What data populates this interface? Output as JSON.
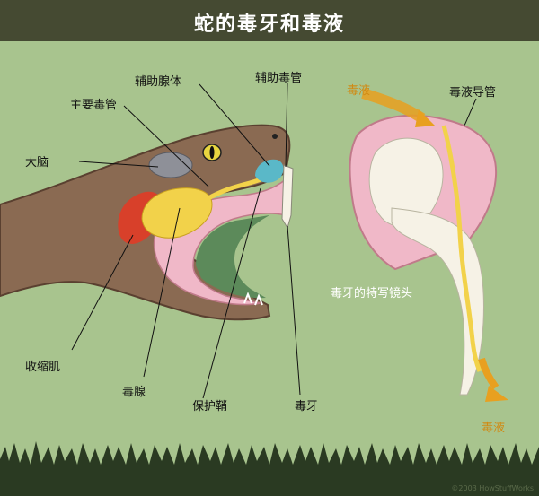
{
  "title": "蛇的毒牙和毒液",
  "labels": {
    "accessory_gland": "辅助腺体",
    "accessory_duct": "辅助毒管",
    "main_duct": "主要毒管",
    "brain": "大脑",
    "contractor_muscle": "收缩肌",
    "venom_gland": "毒腺",
    "sheath": "保护鞘",
    "fang": "毒牙",
    "venom_in": "毒液",
    "venom_duct": "毒液导管",
    "closeup": "毒牙的特写镜头",
    "venom_out": "毒液"
  },
  "copyright": "©2003 HowStuffWorks",
  "colors": {
    "background": "#a8c48e",
    "title_bar": "#454a32",
    "snake_skin": "#8a6a52",
    "venom_gland": "#f2d24a",
    "muscle": "#d8402a",
    "sheath": "#f0b8c8",
    "venom_arrow": "#e8a020",
    "grass": "#2a3a22"
  }
}
